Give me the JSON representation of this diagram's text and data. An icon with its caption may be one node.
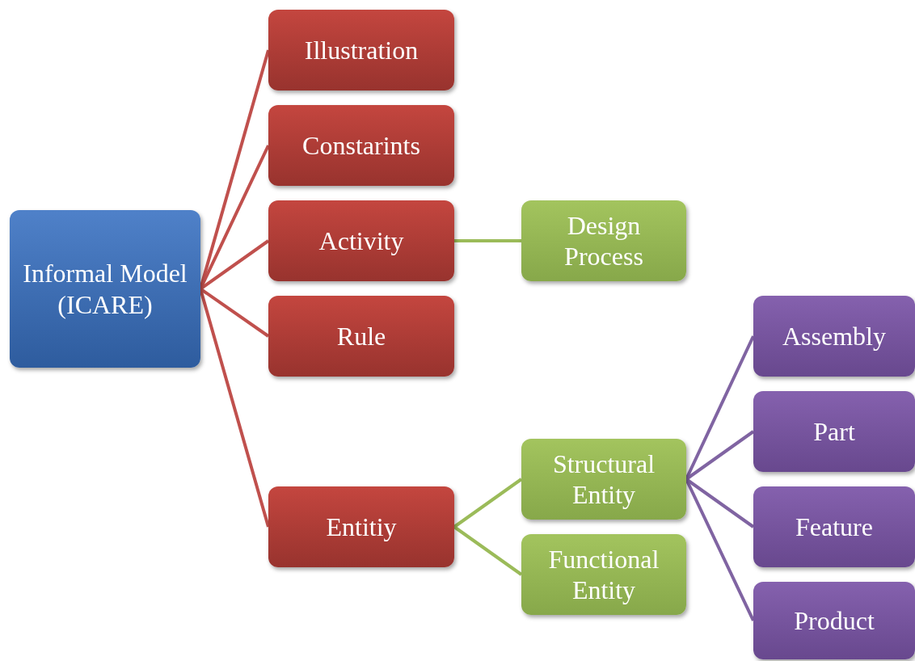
{
  "diagram": {
    "nodes": [
      {
        "text": [
          "Informal Model (ICARE)"
        ]
      },
      {
        "text": [
          "Illustration"
        ]
      },
      {
        "text": [
          "Constarints"
        ]
      },
      {
        "text": [
          "Activity"
        ]
      },
      {
        "text": [
          "Design Process"
        ]
      },
      {
        "text": [
          "Rule"
        ]
      },
      {
        "text": [
          "Assembly"
        ]
      },
      {
        "text": [
          "Part"
        ]
      },
      {
        "text": [
          "Structural Entity"
        ]
      },
      {
        "text": [
          "Entitiy"
        ]
      },
      {
        "text": [
          "Feature"
        ]
      },
      {
        "text": [
          "Functional Entity"
        ]
      },
      {
        "text": [
          "Product"
        ]
      }
    ],
    "edges": [
      {
        "from": 0,
        "to": 1,
        "arrow": "none"
      },
      {
        "from": 0,
        "to": 2,
        "arrow": "none"
      },
      {
        "from": 0,
        "to": 3,
        "arrow": "none"
      },
      {
        "from": 0,
        "to": 5,
        "arrow": "none"
      },
      {
        "from": 0,
        "to": 9,
        "arrow": "none"
      },
      {
        "from": 3,
        "to": 4,
        "arrow": "none",
        "color": "#9bbb59"
      },
      {
        "from": 9,
        "to": 8,
        "arrow": "none",
        "color": "#9bbb59"
      },
      {
        "from": 9,
        "to": 11,
        "arrow": "none",
        "color": "#9bbb59"
      },
      {
        "from": 8,
        "to": 6,
        "arrow": "none",
        "color": "#8064a2"
      },
      {
        "from": 8,
        "to": 7,
        "arrow": "none",
        "color": "#8064a2"
      },
      {
        "from": 8,
        "to": 10,
        "arrow": "none",
        "color": "#8064a2"
      },
      {
        "from": 8,
        "to": 12,
        "arrow": "none",
        "color": "#8064a2"
      }
    ]
  }
}
